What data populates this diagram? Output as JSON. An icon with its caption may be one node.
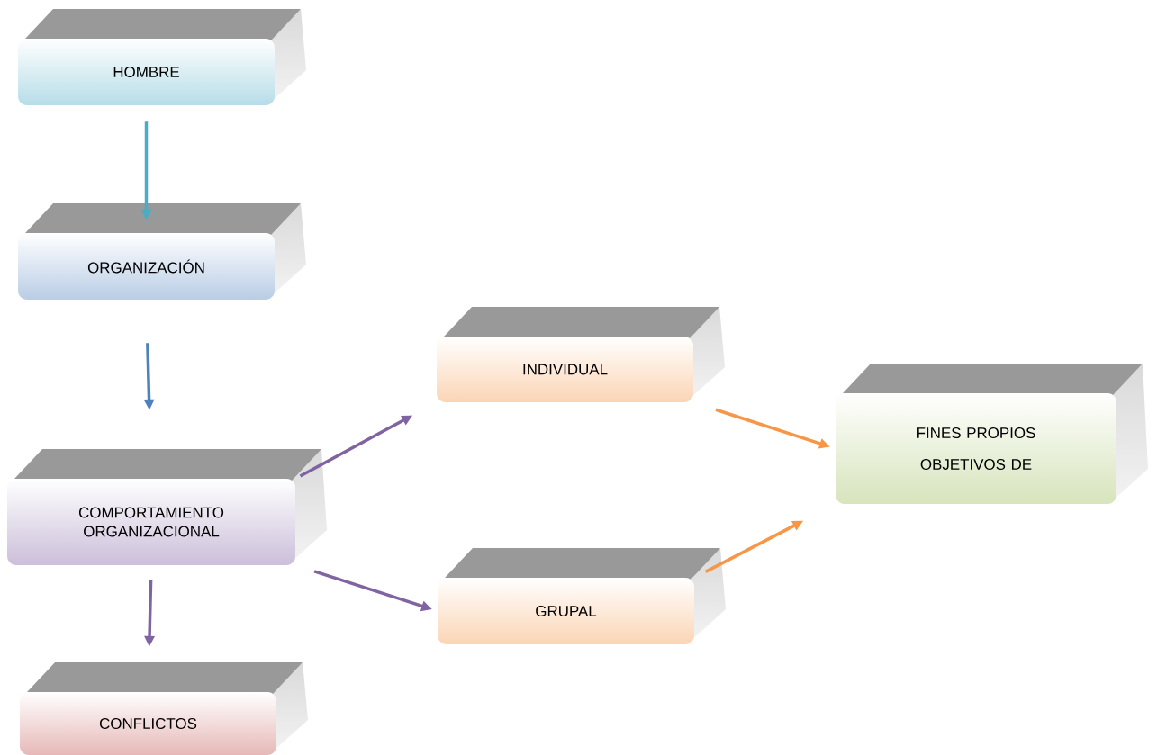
{
  "diagram": {
    "nodes": [
      {
        "text": [
          "HOMBRE"
        ]
      },
      {
        "text": [
          "ORGANIZACIÓN"
        ]
      },
      {
        "text": [
          "COMPORTAMIENTO ORGANIZACIONAL"
        ]
      },
      {
        "text": [
          "INDIVIDUAL"
        ]
      },
      {
        "text": [
          "GRUPAL"
        ]
      },
      {
        "text": [
          "FINES PROPIOS",
          "OBJETIVOS DE"
        ]
      },
      {
        "text": [
          "CONFLICTOS"
        ]
      }
    ],
    "edges": [
      {
        "from": 0,
        "to": 1,
        "arrow": "to",
        "color": "#4bacc6"
      },
      {
        "from": 1,
        "to": 2,
        "arrow": "to",
        "color": "#4f81bd"
      },
      {
        "from": 2,
        "to": 3,
        "arrow": "to",
        "color": "#8064a2"
      },
      {
        "from": 2,
        "to": 4,
        "arrow": "to",
        "color": "#8064a2"
      },
      {
        "from": 2,
        "to": 6,
        "arrow": "to",
        "color": "#8064a2"
      },
      {
        "from": 3,
        "to": 5,
        "arrow": "to",
        "color": "#f79646"
      },
      {
        "from": 4,
        "to": 5,
        "arrow": "to",
        "color": "#f79646"
      }
    ]
  }
}
